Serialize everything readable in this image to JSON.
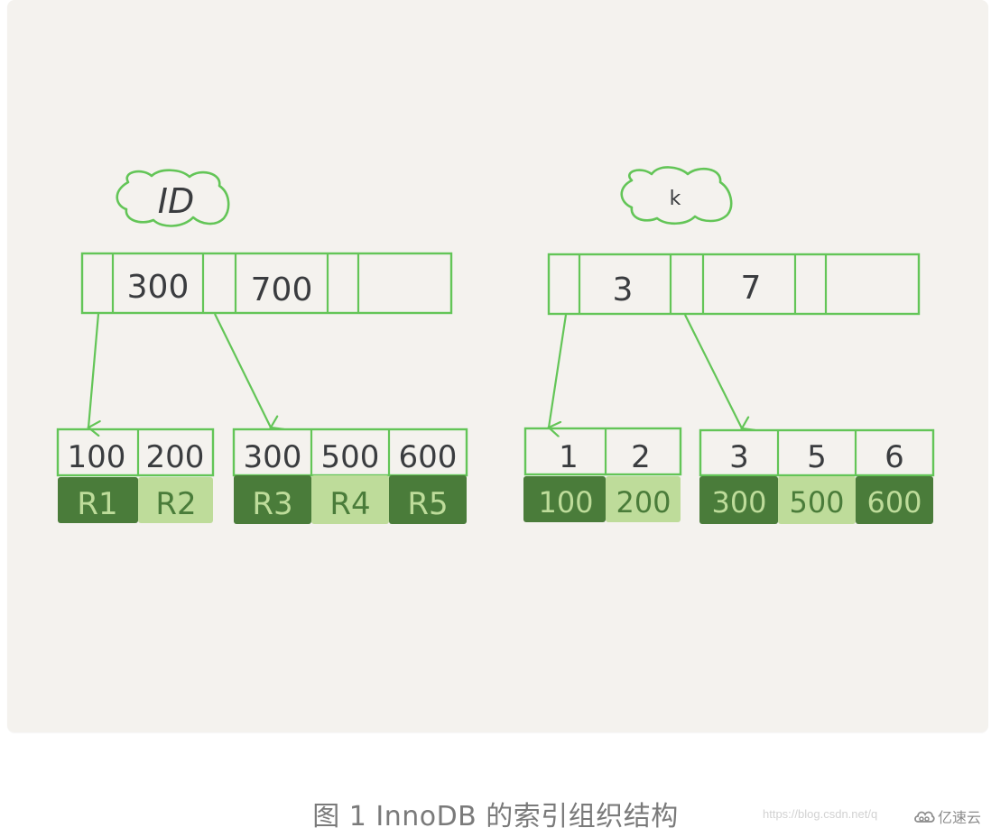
{
  "diagram": {
    "colors": {
      "background": "#f4f2ee",
      "line": "#63c557",
      "text": "#3a3c3f",
      "dark_fill": "#4a7c3a",
      "light_fill": "#bedc9a",
      "dark_fill_text": "#bedc9a",
      "light_fill_text": "#4a7c3a"
    },
    "primary_index": {
      "label": "ID",
      "root_keys": [
        "300",
        "700",
        ""
      ],
      "leaves": [
        {
          "keys": [
            "100",
            "200"
          ],
          "values": [
            "R1",
            "R2"
          ]
        },
        {
          "keys": [
            "300",
            "500",
            "600"
          ],
          "values": [
            "R3",
            "R4",
            "R5"
          ]
        }
      ]
    },
    "secondary_index": {
      "label": "k",
      "root_keys": [
        "3",
        "7",
        ""
      ],
      "leaves": [
        {
          "keys": [
            "1",
            "2"
          ],
          "values": [
            "100",
            "200"
          ]
        },
        {
          "keys": [
            "3",
            "5",
            "6"
          ],
          "values": [
            "300",
            "500",
            "600"
          ]
        }
      ]
    }
  },
  "caption": "图 1 InnoDB 的索引组织结构",
  "watermark": "https://blog.csdn.net/q",
  "brand": {
    "icon": "cloud-logo-icon",
    "name": "亿速云"
  }
}
